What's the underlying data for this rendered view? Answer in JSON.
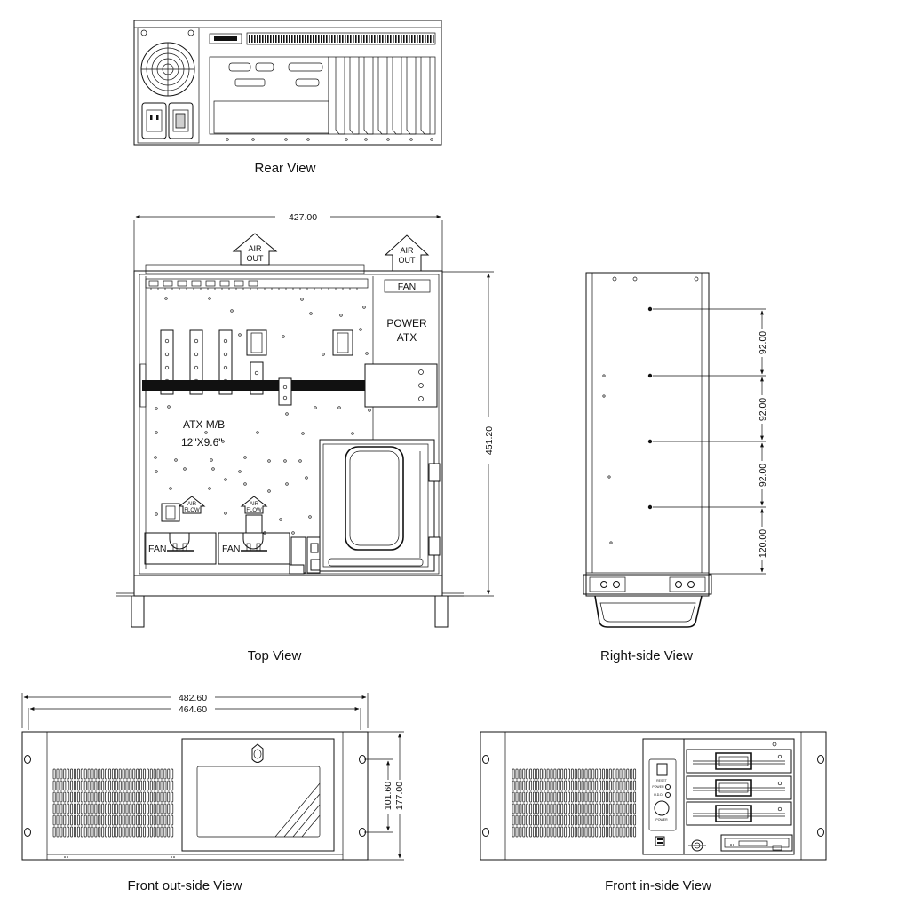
{
  "views": {
    "rear": "Rear View",
    "top": "Top View",
    "right_side": "Right-side View",
    "front_outside": "Front out-side View",
    "front_inside": "Front in-side View"
  },
  "labels": {
    "air_out": "AIR",
    "air_out_2": "OUT",
    "fan": "FAN",
    "power_1": "POWER",
    "power_2": "ATX",
    "motherboard_1": "ATX M/B",
    "motherboard_2": "12\"X9.6\"",
    "air_flow_1": "AIR",
    "air_flow_2": "FLOW",
    "reset": "RESET",
    "power_led": "POWER",
    "hdd_led": "H.D.D",
    "power_button": "POWER"
  },
  "dimensions": {
    "top_width": "427.00",
    "top_depth": "451.20",
    "side_spacing": "92.00",
    "side_front": "120.00",
    "front_total_width": "482.60",
    "front_inner_width": "464.60",
    "front_hole_spacing": "101.60",
    "front_height": "177.00"
  },
  "colors": {
    "line": "#111111",
    "background": "#ffffff"
  }
}
